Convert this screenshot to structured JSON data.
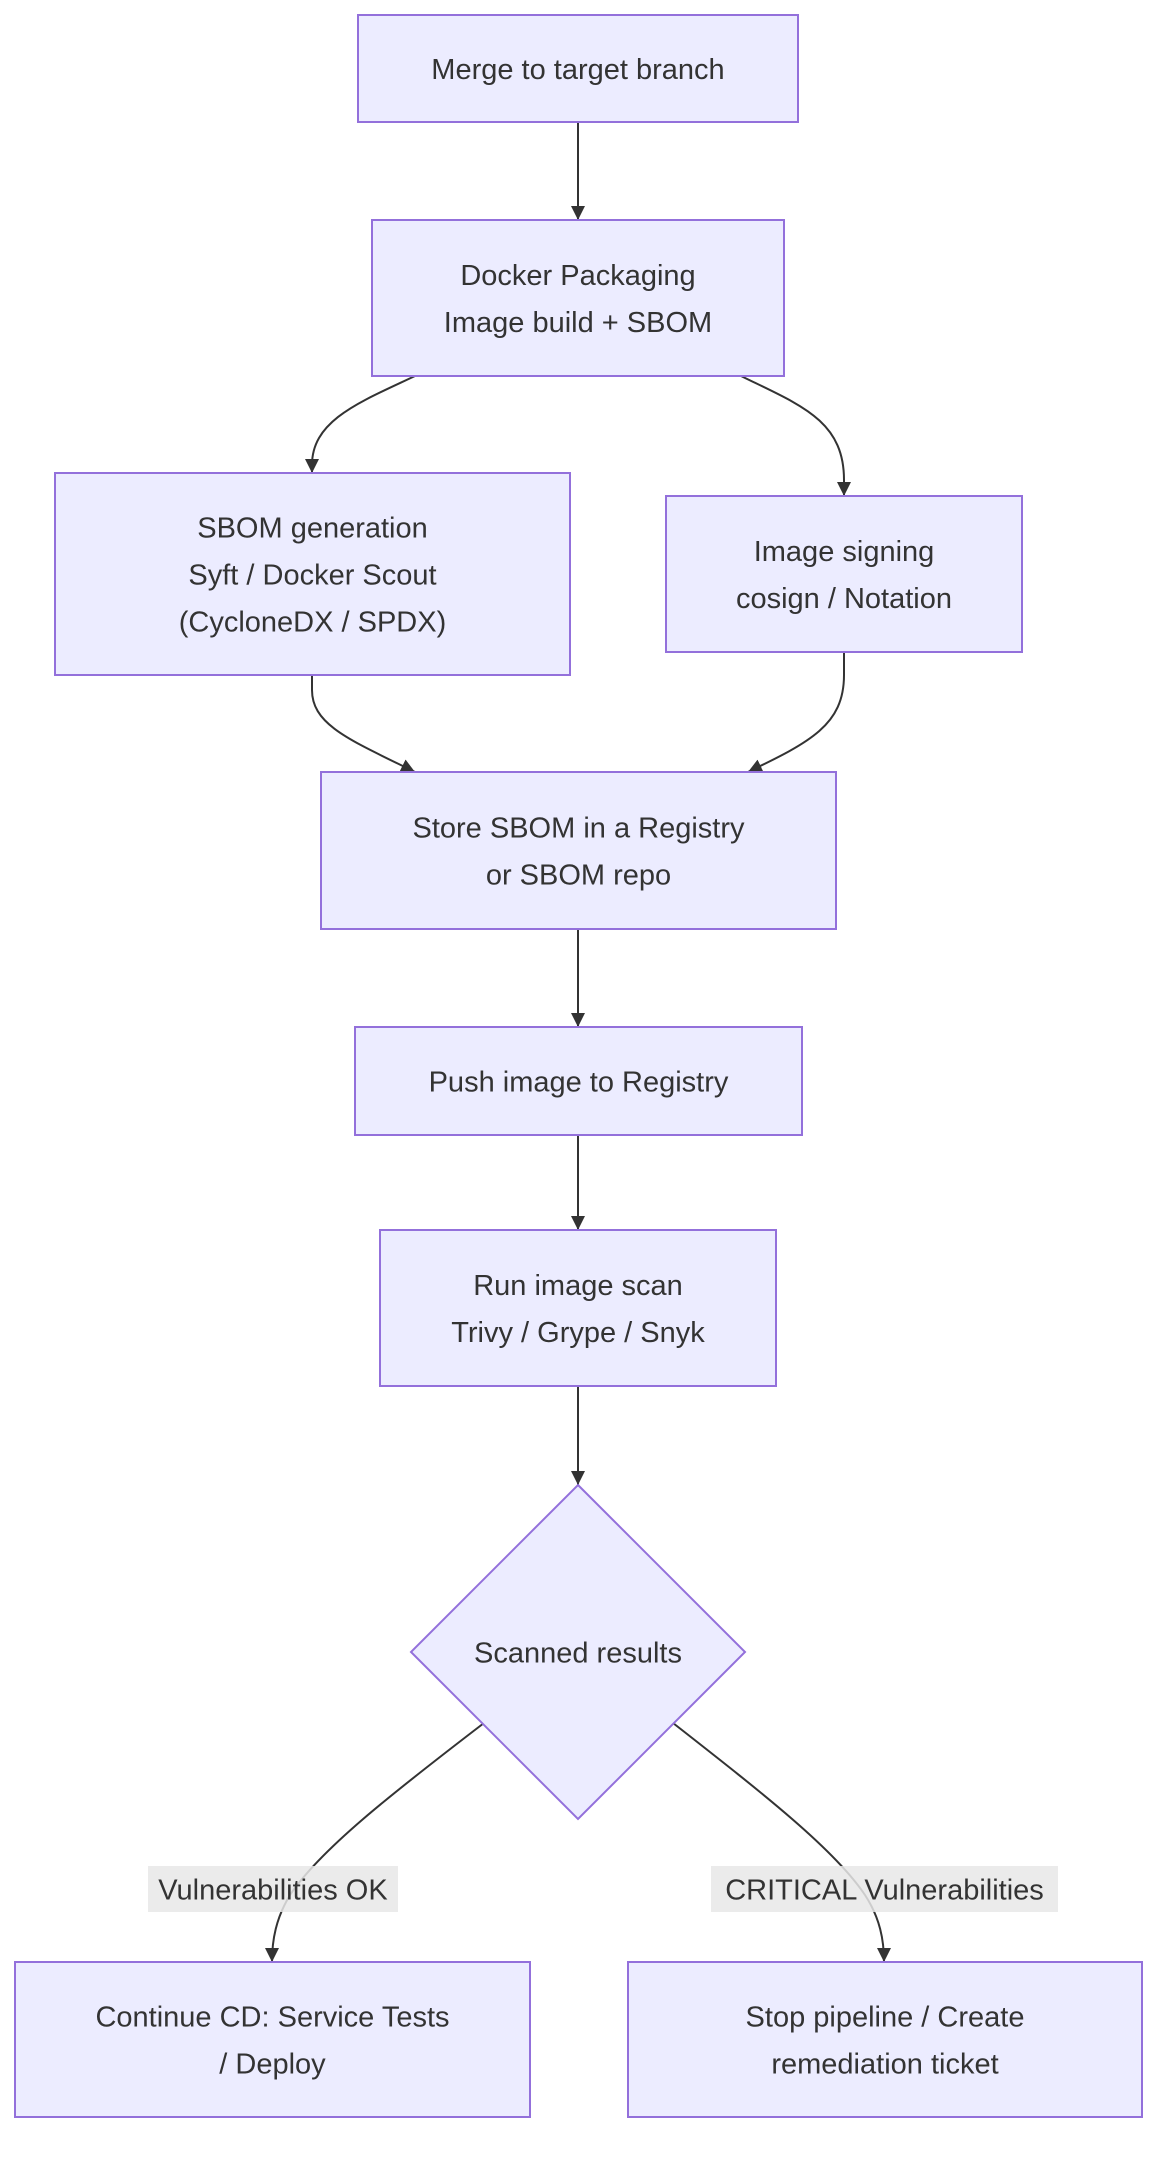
{
  "diagram": {
    "type": "flowchart",
    "direction": "top-down",
    "colors": {
      "node_fill": "#ECECFF",
      "node_stroke": "#9370DB",
      "text": "#333333",
      "edge": "#333333",
      "edge_label_bg": "#E8E8E8",
      "background": "#FFFFFF"
    },
    "nodes": [
      {
        "id": "merge",
        "shape": "rect",
        "lines": [
          "Merge to target branch"
        ]
      },
      {
        "id": "docker",
        "shape": "rect",
        "lines": [
          "Docker Packaging",
          "Image build + SBOM"
        ]
      },
      {
        "id": "sbom",
        "shape": "rect",
        "lines": [
          "SBOM generation",
          "Syft / Docker Scout",
          "(CycloneDX / SPDX)"
        ]
      },
      {
        "id": "signing",
        "shape": "rect",
        "lines": [
          "Image signing",
          "cosign / Notation"
        ]
      },
      {
        "id": "store",
        "shape": "rect",
        "lines": [
          "Store SBOM in a Registry",
          "or SBOM repo"
        ]
      },
      {
        "id": "push",
        "shape": "rect",
        "lines": [
          "Push image to Registry"
        ]
      },
      {
        "id": "scan",
        "shape": "rect",
        "lines": [
          "Run image scan",
          "Trivy / Grype / Snyk"
        ]
      },
      {
        "id": "results",
        "shape": "diamond",
        "lines": [
          "Scanned results"
        ]
      },
      {
        "id": "continue",
        "shape": "rect",
        "lines": [
          "Continue CD: Service Tests",
          "/ Deploy"
        ]
      },
      {
        "id": "stop",
        "shape": "rect",
        "lines": [
          "Stop pipeline / Create",
          "remediation ticket"
        ]
      }
    ],
    "edges": [
      {
        "from": "merge",
        "to": "docker",
        "label": ""
      },
      {
        "from": "docker",
        "to": "sbom",
        "label": ""
      },
      {
        "from": "docker",
        "to": "signing",
        "label": ""
      },
      {
        "from": "sbom",
        "to": "store",
        "label": ""
      },
      {
        "from": "signing",
        "to": "store",
        "label": ""
      },
      {
        "from": "store",
        "to": "push",
        "label": ""
      },
      {
        "from": "push",
        "to": "scan",
        "label": ""
      },
      {
        "from": "scan",
        "to": "results",
        "label": ""
      },
      {
        "from": "results",
        "to": "continue",
        "label": "Vulnerabilities OK"
      },
      {
        "from": "results",
        "to": "stop",
        "label": "CRITICAL Vulnerabilities"
      }
    ]
  }
}
